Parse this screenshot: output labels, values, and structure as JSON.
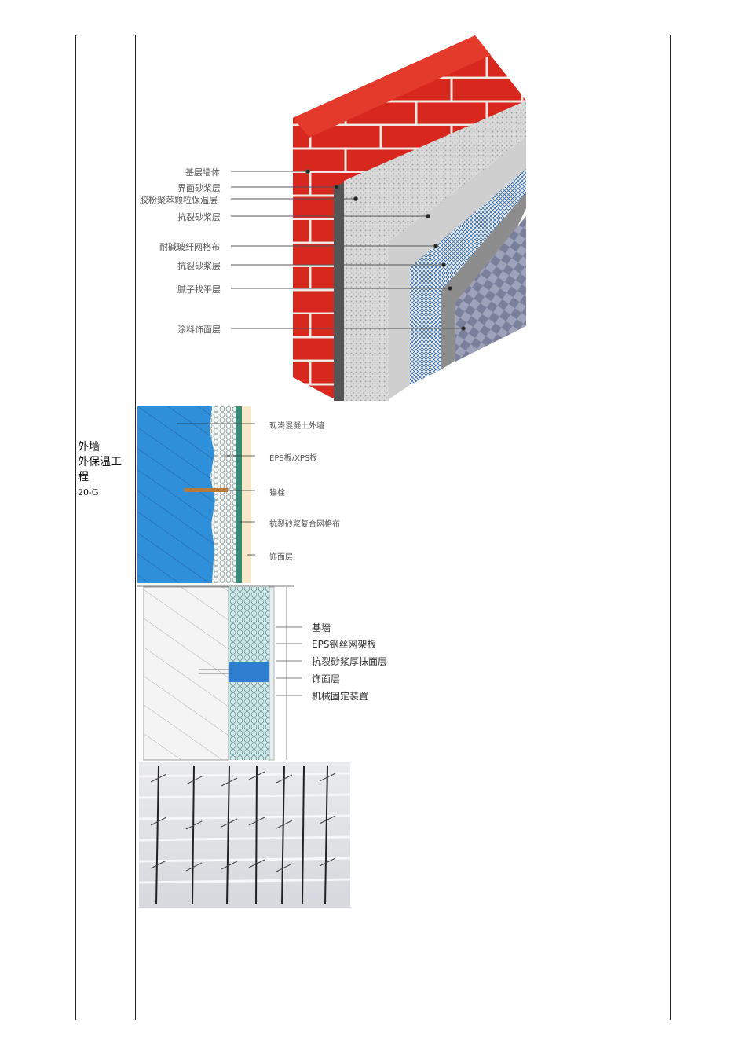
{
  "category": {
    "line1": "外墙",
    "line2": "外保温工",
    "line3": "程",
    "code": "20-G"
  },
  "figure1": {
    "labels": [
      "基层墙体",
      "界面砂浆层",
      "胶粉聚苯颗粒保温层",
      "抗裂砂浆层",
      "耐碱玻纤网格布",
      "抗裂砂浆层",
      "腻子找平层",
      "涂料饰面层"
    ]
  },
  "figure2": {
    "labels": [
      "现浇混凝土外墙",
      "EPS板/XPS板",
      "锚栓",
      "抗裂砂浆复合网格布",
      "饰面层"
    ]
  },
  "figure3": {
    "labels": [
      "基墙",
      "EPS钢丝网架板",
      "抗裂砂浆厚抹面层",
      "饰面层",
      "机械固定装置"
    ]
  },
  "colors": {
    "brick": "#d8281e",
    "mortar": "#e8e8e8",
    "concrete_blue": "#2f8fd8",
    "eps_board": "#cfe8e8",
    "tile": "#7a7f9c"
  }
}
